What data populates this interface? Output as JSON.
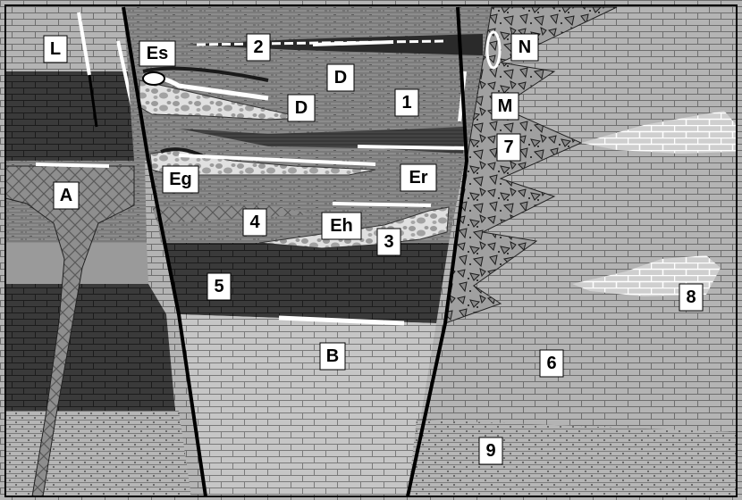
{
  "labels": {
    "L": "L",
    "Es": "Es",
    "n2": "2",
    "N": "N",
    "D_upper": "D",
    "D_lower": "D",
    "n1": "1",
    "M": "M",
    "n7": "7",
    "A": "A",
    "Eg": "Eg",
    "Er": "Er",
    "n4": "4",
    "Eh": "Eh",
    "n3": "3",
    "n5": "5",
    "n8": "8",
    "B": "B",
    "n6": "6",
    "n9": "9"
  },
  "colors": {
    "limestone": "#b4b4b4",
    "limestone_light": "#c8c8c8",
    "mudstone": "#8a8a8a",
    "dark_layer": "#3a3a3a",
    "very_dark": "#2a2a2a",
    "sand": "#b8b8b8",
    "breccia": "#a6a6a6",
    "conglomerate": "#d6d6d6",
    "fault": "#000000",
    "seam": "#ffffff"
  }
}
